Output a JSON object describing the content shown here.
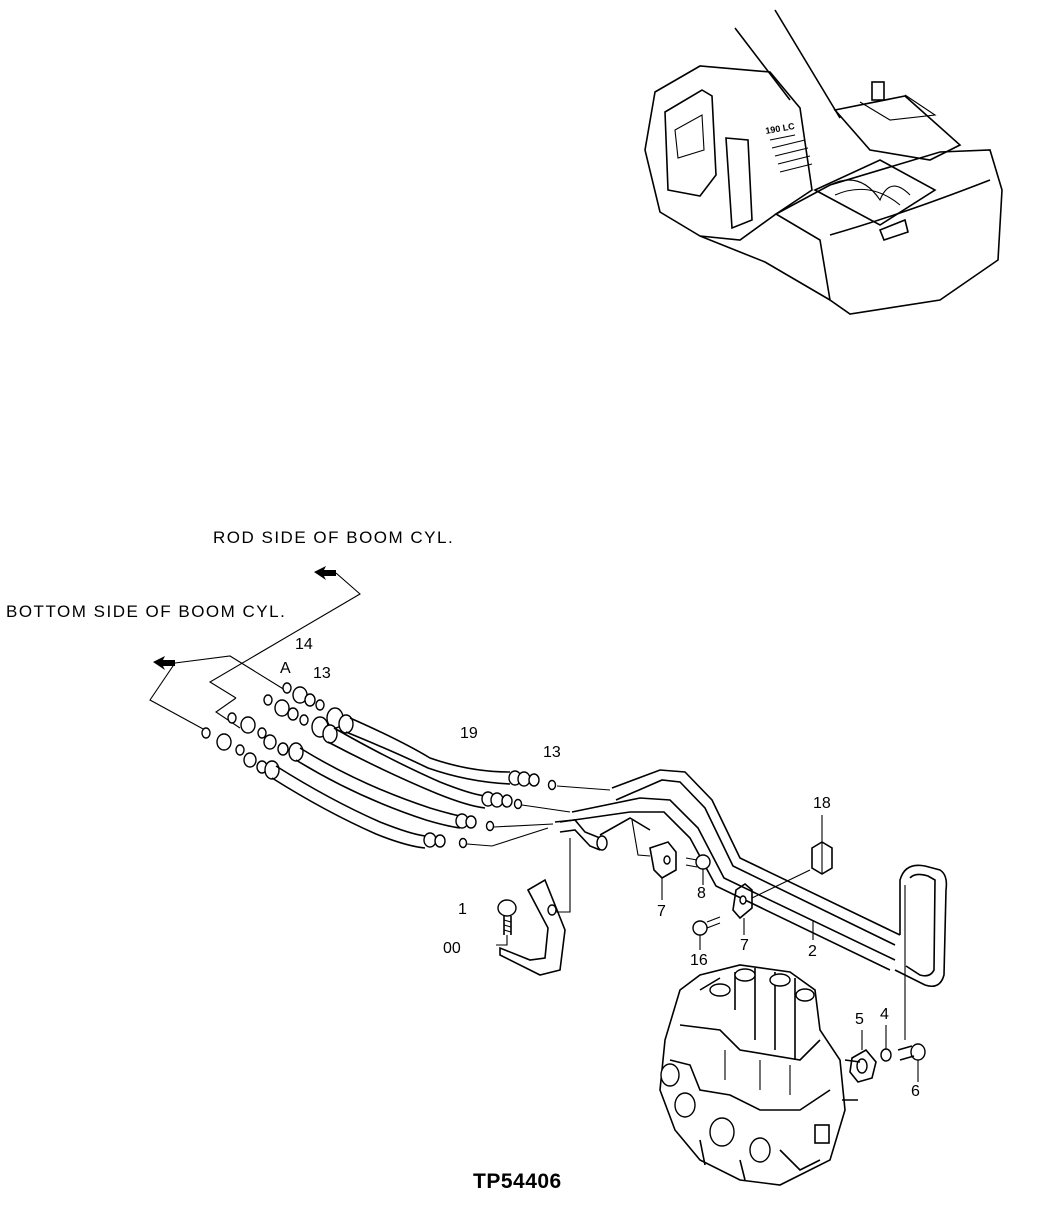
{
  "labels": {
    "rod_side": "ROD SIDE OF BOOM CYL.",
    "bottom_side": "BOTTOM SIDE OF BOOM CYL.",
    "reference_code": "TP54406"
  },
  "callouts": {
    "p14": "14",
    "pA": "A",
    "p13a": "13",
    "p19": "19",
    "p13b": "13",
    "p18": "18",
    "p1": "1",
    "p00": "00",
    "p7a": "7",
    "p8": "8",
    "p7b": "7",
    "p16": "16",
    "p2": "2",
    "p5": "5",
    "p4": "4",
    "p6": "6"
  }
}
